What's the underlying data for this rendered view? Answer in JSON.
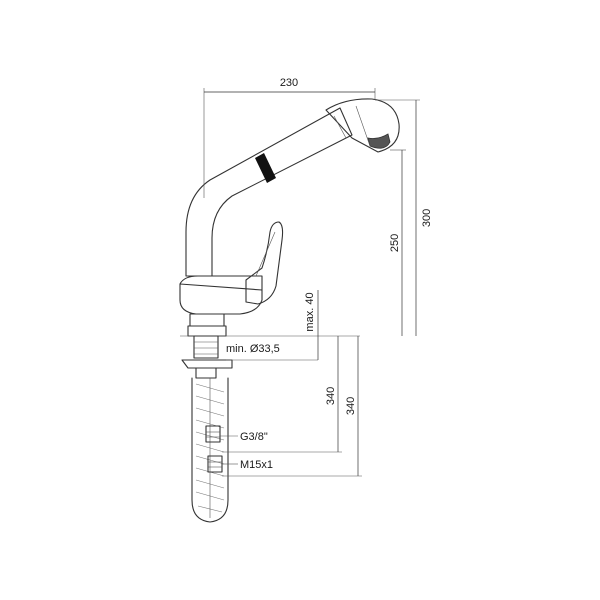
{
  "diagram": {
    "labels": {
      "width_dim": "230",
      "height_300": "300",
      "height_250": "250",
      "max_thickness": "max. 40",
      "min_hole": "min. Ø33,5",
      "hose_length_1": "340",
      "hose_length_2": "340",
      "thread_g": "G3/8\"",
      "thread_m": "M15x1"
    },
    "colors": {
      "line": "#333333",
      "band": "#111111",
      "nozzle": "#555555",
      "background": "#ffffff"
    }
  }
}
